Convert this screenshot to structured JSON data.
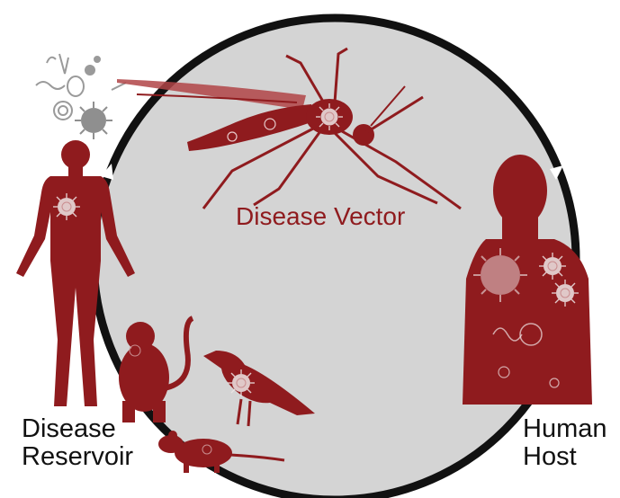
{
  "labels": {
    "vector": "Disease Vector",
    "reservoir": [
      "Disease",
      "Reservoir"
    ],
    "host": [
      "Human",
      "Host"
    ]
  },
  "icons": {
    "mosquito": "mosquito-icon",
    "reservoir_person": "human-silhouette-icon",
    "monkey": "monkey-icon",
    "crow": "crow-icon",
    "rat": "rat-icon",
    "human_host": "human-torso-icon",
    "pathogens": "pathogen-cluster-icon",
    "virus": "virus-icon"
  },
  "colors": {
    "dark_red": "#8f1b1e",
    "circle_fill": "#d4d4d4",
    "cycle_ring": "#111111",
    "label_text": "#111111",
    "pathogen_grey": "#9a9a9a"
  }
}
